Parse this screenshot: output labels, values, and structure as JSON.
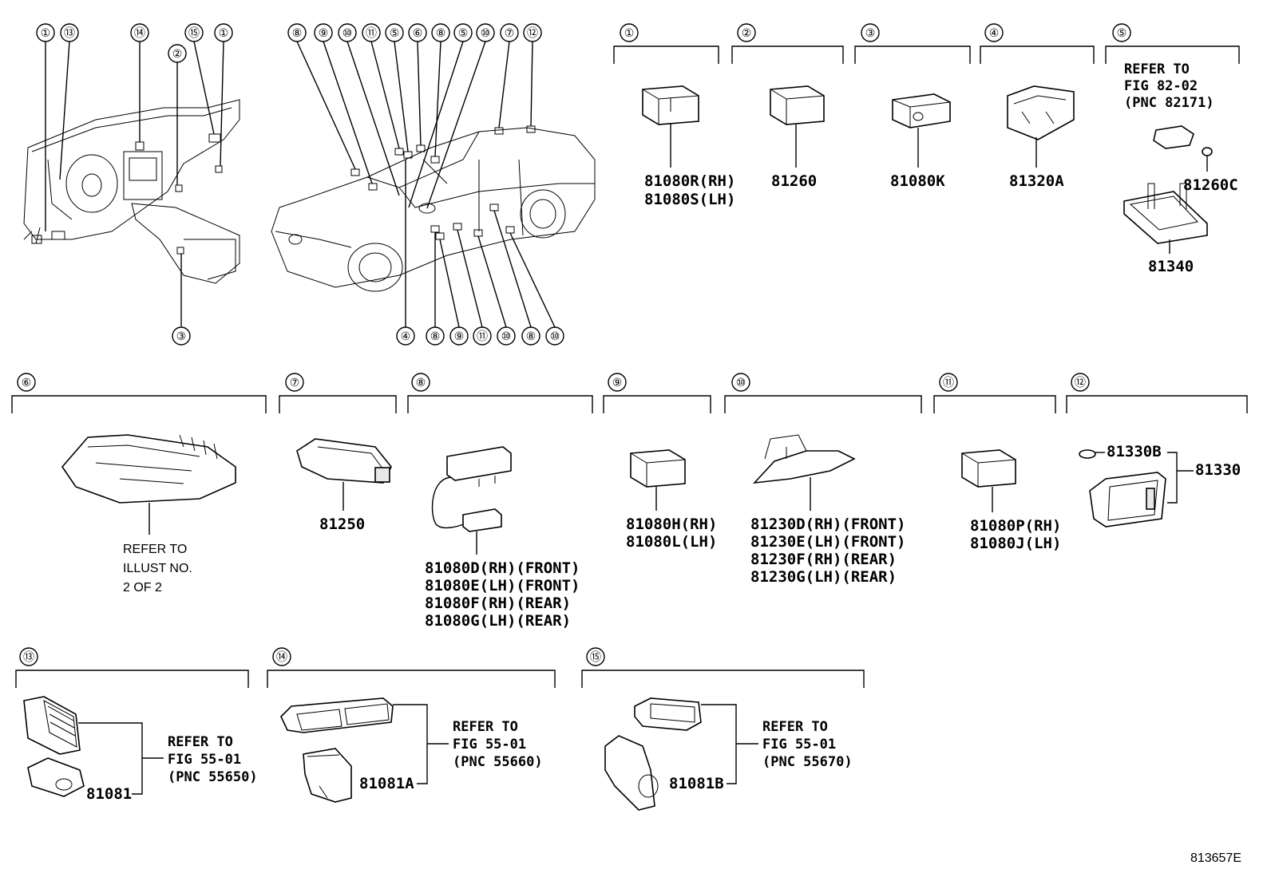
{
  "overview_callouts": {
    "interior": [
      "①",
      "⑬",
      "⑭",
      "⑮",
      "①",
      "②",
      "③"
    ],
    "car_top": [
      "⑧",
      "⑨",
      "⑩",
      "⑪",
      "⑤",
      "⑥",
      "⑧",
      "⑤",
      "⑩",
      "⑦",
      "⑫"
    ],
    "car_bottom": [
      "④",
      "⑧",
      "⑨",
      "⑪",
      "⑩",
      "⑧",
      "⑩"
    ]
  },
  "sections": [
    {
      "id": "①",
      "parts": [
        "81080R(RH)",
        "81080S(LH)"
      ]
    },
    {
      "id": "②",
      "parts": [
        "81260"
      ]
    },
    {
      "id": "③",
      "parts": [
        "81080K"
      ]
    },
    {
      "id": "④",
      "parts": [
        "81320A"
      ]
    },
    {
      "id": "⑤",
      "note": [
        "REFER TO",
        "FIG 82-02",
        "(PNC 82171)"
      ],
      "parts": [
        "81260C",
        "81340"
      ]
    },
    {
      "id": "⑥",
      "note": [
        "REFER TO",
        "ILLUST NO.",
        "2 OF 2"
      ]
    },
    {
      "id": "⑦",
      "parts": [
        "81250"
      ]
    },
    {
      "id": "⑧",
      "parts": [
        "81080D(RH)(FRONT)",
        "81080E(LH)(FRONT)",
        "81080F(RH)(REAR)",
        "81080G(LH)(REAR)"
      ]
    },
    {
      "id": "⑨",
      "parts": [
        "81080H(RH)",
        "81080L(LH)"
      ]
    },
    {
      "id": "⑩",
      "parts": [
        "81230D(RH)(FRONT)",
        "81230E(LH)(FRONT)",
        "81230F(RH)(REAR)",
        "81230G(LH)(REAR)"
      ]
    },
    {
      "id": "⑪",
      "parts": [
        "81080P(RH)",
        "81080J(LH)"
      ]
    },
    {
      "id": "⑫",
      "parts": [
        "81330B",
        "81330"
      ]
    },
    {
      "id": "⑬",
      "parts": [
        "81081"
      ],
      "note": [
        "REFER TO",
        "FIG 55-01",
        "(PNC 55650)"
      ]
    },
    {
      "id": "⑭",
      "parts": [
        "81081A"
      ],
      "note": [
        "REFER TO",
        "FIG 55-01",
        "(PNC 55660)"
      ]
    },
    {
      "id": "⑮",
      "parts": [
        "81081B"
      ],
      "note": [
        "REFER TO",
        "FIG 55-01",
        "(PNC 55670)"
      ]
    }
  ],
  "figure_id": "813657E"
}
